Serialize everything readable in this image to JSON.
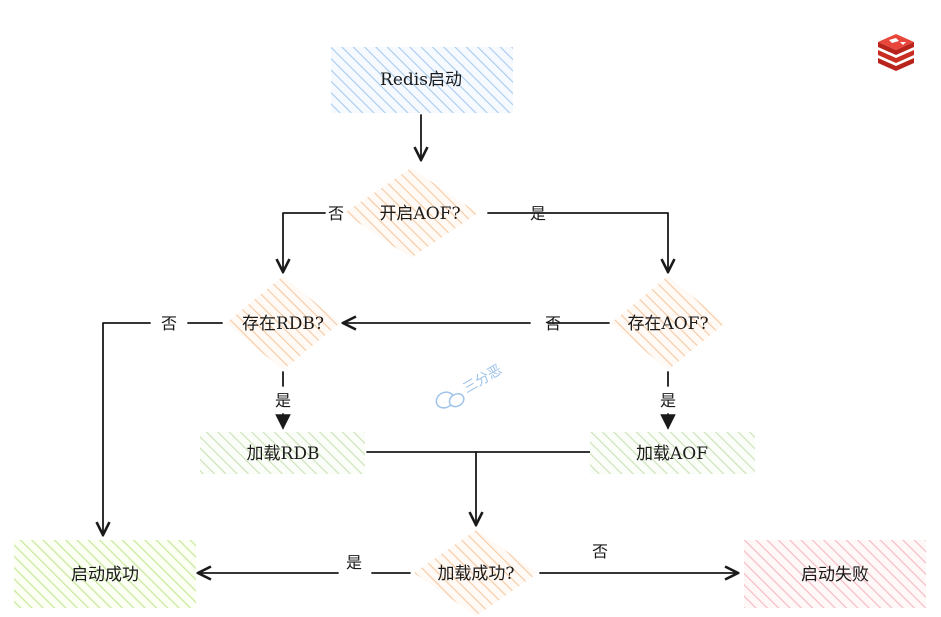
{
  "nodes": {
    "start": {
      "label": "Redis启动"
    },
    "aof_enabled": {
      "label": "开启AOF?"
    },
    "rdb_exists": {
      "label": "存在RDB?"
    },
    "aof_exists": {
      "label": "存在AOF?"
    },
    "load_rdb": {
      "label": "加载RDB"
    },
    "load_aof": {
      "label": "加载AOF"
    },
    "load_success": {
      "label": "加载成功?"
    },
    "startup_success": {
      "label": "启动成功"
    },
    "startup_failed": {
      "label": "启动失败"
    }
  },
  "edges": {
    "aof_no": "否",
    "aof_yes": "是",
    "rdb_no": "否",
    "aofexists_no": "否",
    "rdb_yes": "是",
    "aofexists_yes": "是",
    "success_yes": "是",
    "success_no": "否"
  },
  "watermark": {
    "text": "三分恶"
  },
  "logo": {
    "icon": "redis-logo-icon"
  },
  "colors": {
    "blue": "#7fb2e6",
    "orange": "#f4b183",
    "green_light": "#a9d08e",
    "green": "#b5e07a",
    "red": "#f4a0a8"
  }
}
